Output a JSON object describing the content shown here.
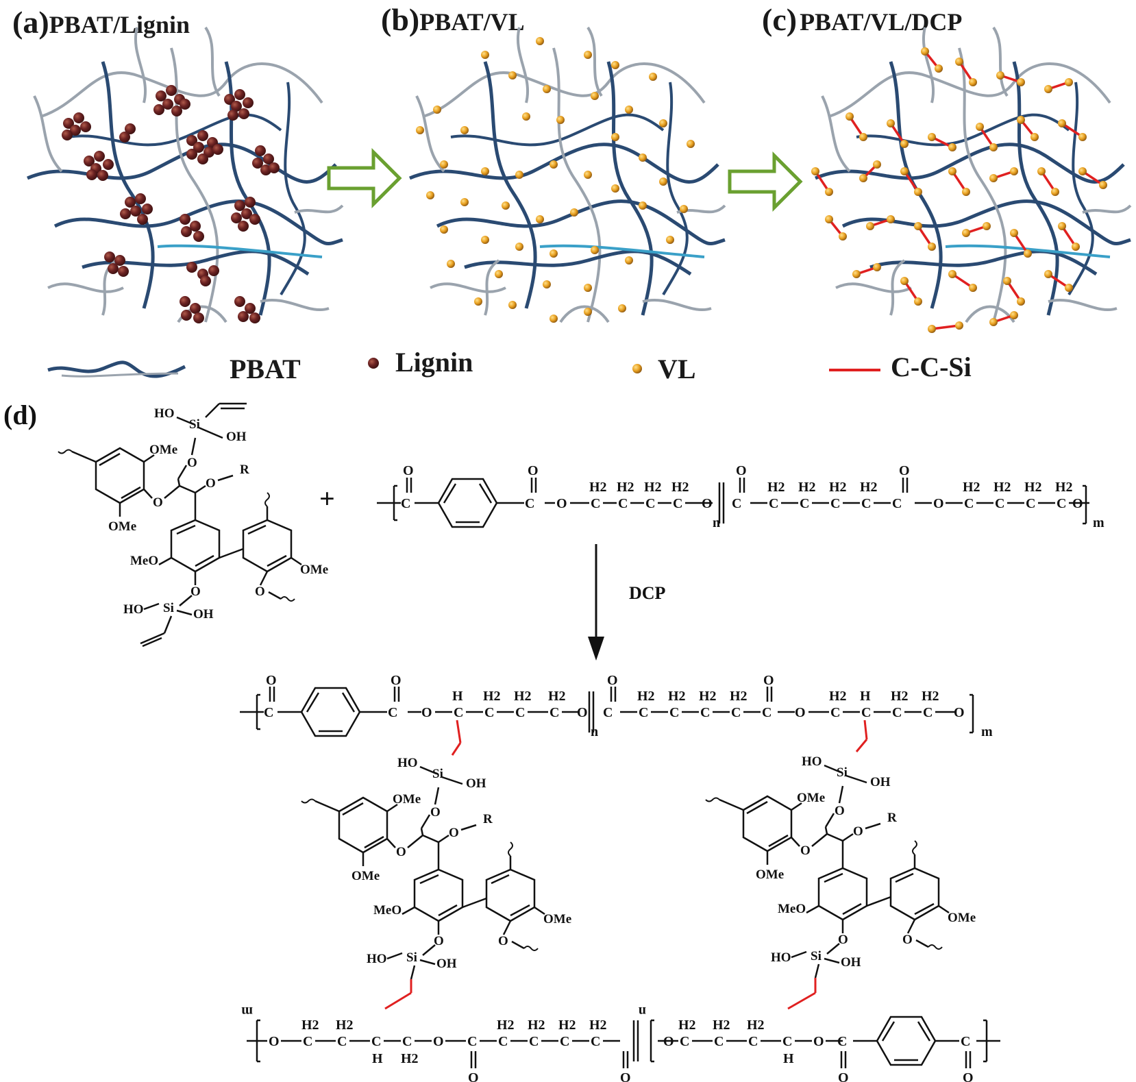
{
  "panels": [
    {
      "letter": "(a)",
      "title": "PBAT/Lignin"
    },
    {
      "letter": "(b)",
      "title": "PBAT/VL"
    },
    {
      "letter": "(c)",
      "title": "PBAT/VL/DCP"
    }
  ],
  "panel_d": {
    "letter": "(d)"
  },
  "legend": {
    "pbat": "PBAT",
    "lignin": "Lignin",
    "vl": "VL",
    "ccsi": "C-C-Si"
  },
  "reaction": {
    "plus": "+",
    "reagent": "DCP"
  },
  "chem": {
    "HO": "HO",
    "OH": "OH",
    "Si": "Si",
    "O": "O",
    "OMe": "OMe",
    "MeO": "MeO",
    "R": "R",
    "C": "C",
    "H": "H",
    "H2": "H2",
    "n": "n",
    "m": "m"
  },
  "colors": {
    "pbat_chain": "#2a4a72",
    "pbat_chain_light": "#9aa3ad",
    "lignin": "#6b2222",
    "vl": "#e8a020",
    "crosslink": "#e02020",
    "arrow_fill": "#ffffff",
    "arrow_stroke": "#6aa030"
  }
}
